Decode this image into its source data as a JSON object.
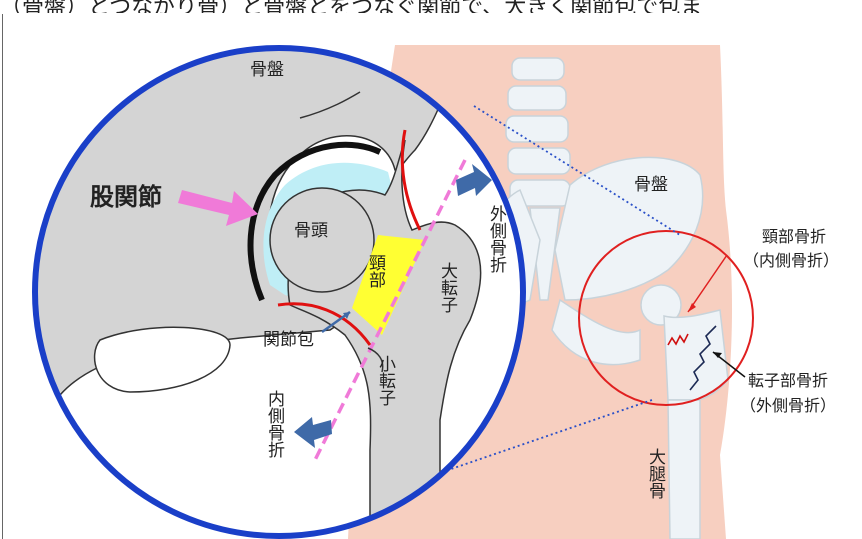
{
  "caption": "（骨盤）とつながり骨）と骨盤とをつなぐ関節で、大きく関節包で包ま",
  "zoom_view": {
    "pelvis": "骨盤",
    "hip_joint": "股関節",
    "femoral_head": "骨頭",
    "neck": "頸部",
    "greater_trochanter": "大転子",
    "lesser_trochanter": "小転子",
    "joint_capsule": "関節包",
    "lateral_fracture": "外側骨折",
    "medial_fracture": "内側骨折"
  },
  "body_view": {
    "pelvis": "骨盤",
    "neck_fracture": "頸部骨折",
    "neck_fracture_sub": "（内側骨折）",
    "trochanter_fracture": "転子部骨折",
    "trochanter_fracture_sub": "（外側骨折）",
    "femur": "大腿骨"
  },
  "colors": {
    "circle_blue": "#1a3fc8",
    "bone_gray": "#d3d3d3",
    "cartilage_cyan": "#bfeef6",
    "neck_yellow": "#ffff33",
    "capsule_red": "#e01010",
    "arrow_pink": "#f07ad8",
    "arrow_blue": "#3f6aa8",
    "skin": "#f7cfc0",
    "lens_red": "#e02020"
  }
}
